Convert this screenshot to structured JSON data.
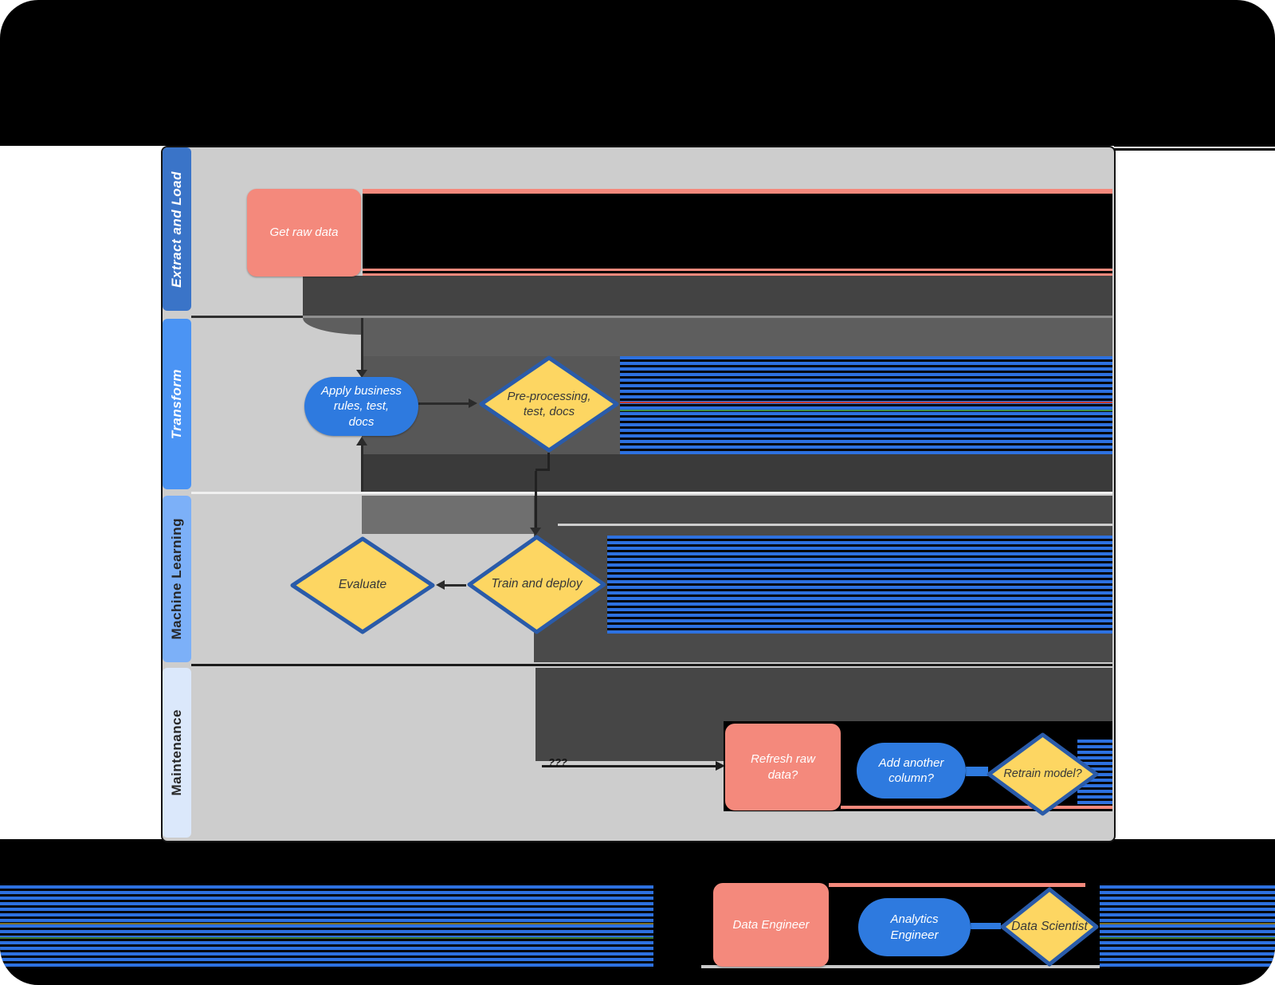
{
  "lanes": [
    {
      "id": "extract-and-load",
      "label": "Extract and Load",
      "header_color": "#3a74c8",
      "text_color": "#ffffff"
    },
    {
      "id": "transform",
      "label": "Transform",
      "header_color": "#4b94f4",
      "text_color": "#ffffff"
    },
    {
      "id": "machine-learning",
      "label": "Machine Learning",
      "header_color": "#7cb0f8",
      "text_color": "#262626"
    },
    {
      "id": "maintenance",
      "label": "Maintenance",
      "header_color": "#dbe8fb",
      "text_color": "#262626"
    }
  ],
  "shapes": {
    "get_raw_data": {
      "label": "Get raw data",
      "type": "process",
      "color": "#f4897c"
    },
    "apply_rules": {
      "label": "Apply business rules, docs",
      "line1": "Apply business",
      "line2": "rules, test,",
      "line3": "docs",
      "type": "rounded-process",
      "color": "#2e7adf"
    },
    "preprocessing": {
      "label": "Pre-processing, test, docs",
      "type": "decision",
      "color": "#fdd662"
    },
    "evaluate": {
      "label": "Evaluate",
      "type": "decision",
      "color": "#fdd662"
    },
    "train_deploy": {
      "label": "Train and deploy",
      "type": "decision",
      "color": "#fdd662"
    },
    "refresh_raw": {
      "label": "Refresh raw data?",
      "type": "process",
      "color": "#f4897c"
    },
    "add_column": {
      "label": "Add another column?",
      "type": "rounded-process",
      "color": "#2e7adf"
    },
    "retrain": {
      "label": "Retrain model?",
      "type": "decision",
      "color": "#fdd662"
    }
  },
  "connectors": {
    "maintenance_label": "???"
  },
  "legend": [
    {
      "label": "Data Engineer",
      "shape": "rectangle",
      "color": "#f4897c"
    },
    {
      "label": "Analytics Engineer",
      "shape": "rounded",
      "color": "#2e7adf"
    },
    {
      "label": "Data Scientist",
      "shape": "diamond",
      "color": "#fdd662"
    }
  ],
  "theme": {
    "canvas_gray": "#cdcdcd",
    "band_black": "#000000",
    "dark_band": "#434343",
    "mid_gray": "#575757",
    "medium_gray": "#6f6f6f",
    "lane3_dark": "#4a4a4a",
    "lane4_dark": "#464646",
    "stripe_blue": "#2d71e0",
    "salmon": "#f4897c",
    "blue": "#2e7adf",
    "yellow": "#fdd662",
    "diamond_border": "#2a5ba9"
  }
}
